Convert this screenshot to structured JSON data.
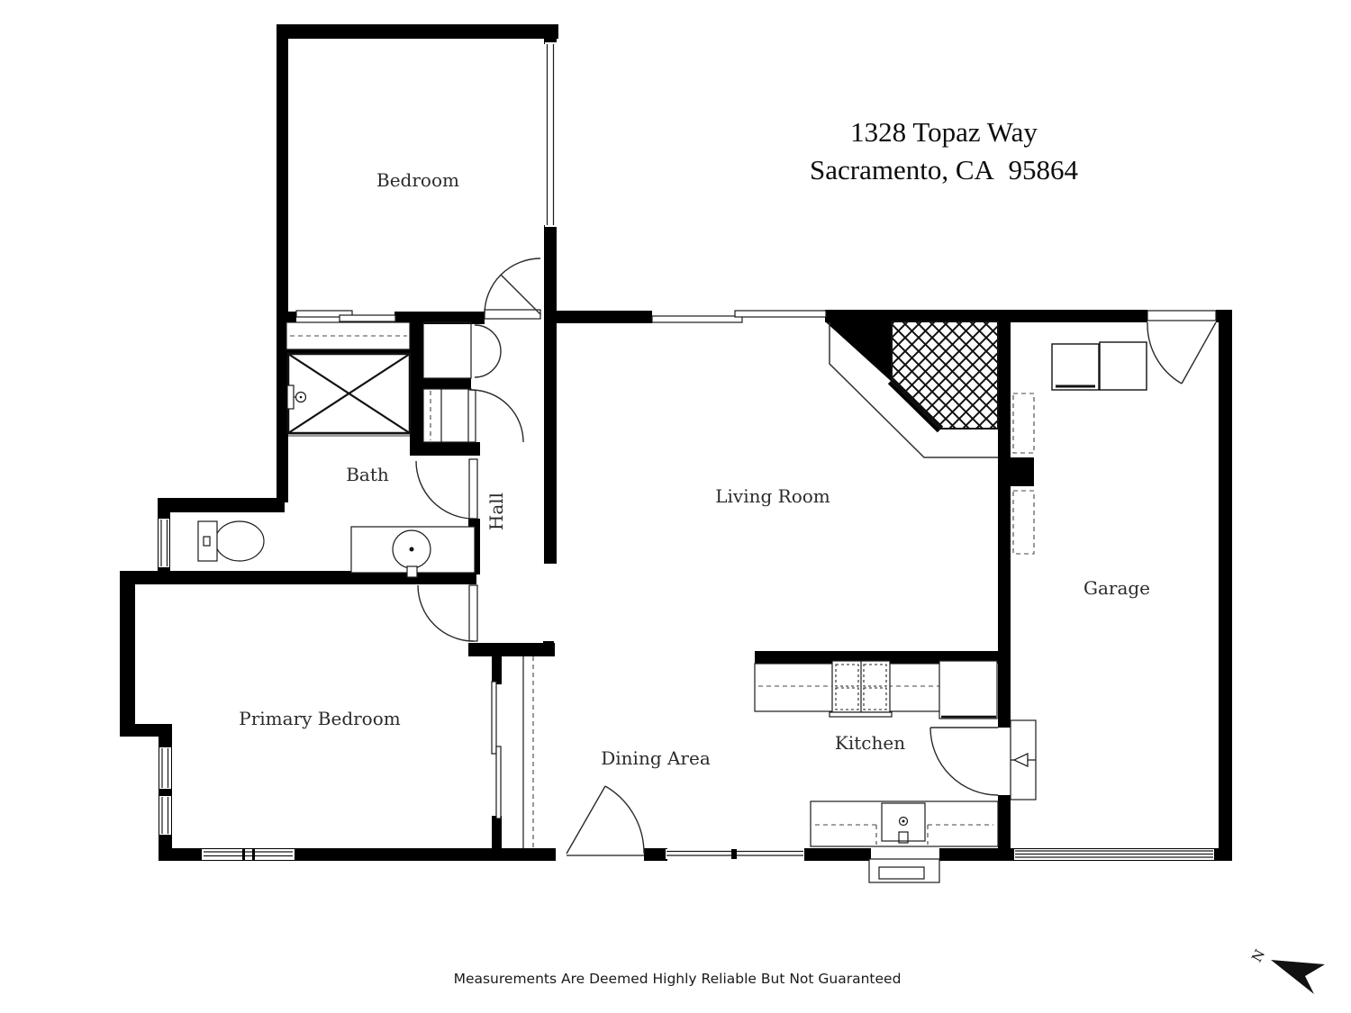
{
  "title": {
    "line1": "1328 Topaz Way",
    "line2": "Sacramento, CA  95864"
  },
  "rooms": {
    "bedroom": "Bedroom",
    "bath": "Bath",
    "hall": "Hall",
    "living_room": "Living Room",
    "garage": "Garage",
    "primary_bedroom": "Primary Bedroom",
    "dining_area": "Dining Area",
    "kitchen": "Kitchen"
  },
  "compass": {
    "north": "N"
  },
  "footer": "Measurements Are Deemed Highly Reliable But Not Guaranteed",
  "colors": {
    "background": "#ffffff",
    "wall": "#000000",
    "line": "#1a1a1a",
    "label": "#2b2b2b"
  }
}
